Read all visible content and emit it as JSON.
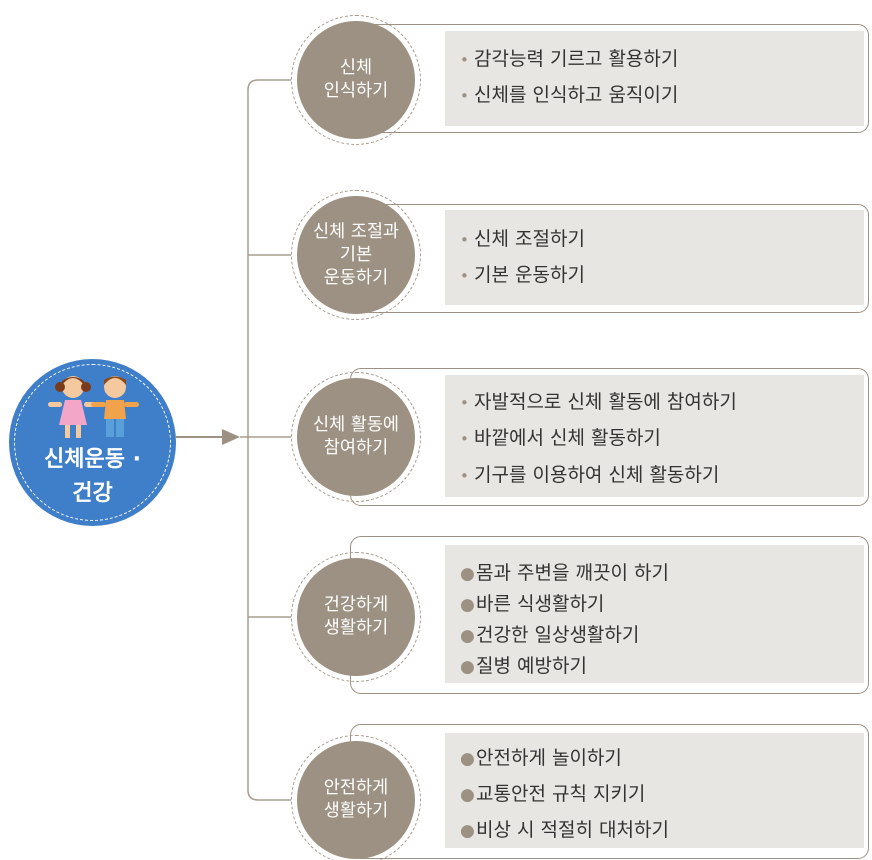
{
  "center": {
    "title": "신체운동 ·\n건강",
    "illustration": "two-children-icon",
    "color": "#3f7ec8"
  },
  "colors": {
    "circle": "#9c9182",
    "box": "#e8e6e2",
    "line": "#a79d8e"
  },
  "categories": [
    {
      "label": "신체\n인식하기",
      "bullet": "small",
      "items": [
        "감각능력 기르고 활용하기",
        "신체를 인식하고 움직이기"
      ]
    },
    {
      "label": "신체 조절과\n기본\n운동하기",
      "bullet": "small",
      "items": [
        "신체 조절하기",
        "기본 운동하기"
      ]
    },
    {
      "label": "신체 활동에\n참여하기",
      "bullet": "small",
      "items": [
        "자발적으로 신체 활동에 참여하기",
        "바깥에서 신체 활동하기",
        "기구를 이용하여 신체 활동하기"
      ]
    },
    {
      "label": "건강하게\n생활하기",
      "bullet": "big",
      "items": [
        "몸과 주변을 깨끗이 하기",
        "바른 식생활하기",
        "건강한 일상생활하기",
        "질병 예방하기"
      ]
    },
    {
      "label": "안전하게\n생활하기",
      "bullet": "big",
      "items": [
        "안전하게 놀이하기",
        "교통안전 규칙 지키기",
        "비상 시 적절히 대처하기"
      ]
    }
  ]
}
